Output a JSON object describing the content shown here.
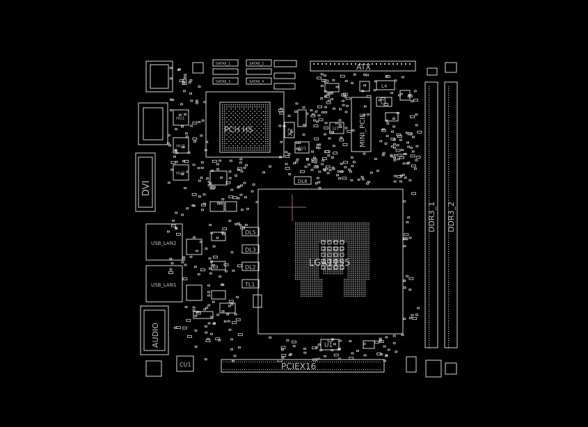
{
  "labels": {
    "atx": "ATX",
    "pch": "PCH HS",
    "x2": "X2",
    "au1": "AU1",
    "mini_pcie": "MINI_PCIE",
    "u7": "U7",
    "l4": "L4",
    "l3": "L3",
    "dvi": "DVI",
    "usb_lan2": "USB_LAN2",
    "usb_lan1": "USB_LAN1",
    "audio": "AUDIO",
    "cu1": "CU1",
    "pciex16": "PCIEX16",
    "lga": "LGA1155",
    "u1": "U1",
    "ddr3_1": "DDR3_1",
    "ddr3_2": "DDR3_2",
    "dl5": "DL5",
    "dl3": "DL3",
    "dl2": "DL2",
    "tl1": "TL1",
    "dl6": "DL6",
    "hu1": "HU1",
    "hu2": "HU2",
    "hu3": "HU3",
    "sata1": "SATA6_1",
    "sata2": "SATA6_2",
    "sata3": "SATA6_3",
    "sata4": "SATA6_4"
  },
  "colors": {
    "background": "#000000",
    "outline": "#d8d8d8",
    "label": "#bfbfbf",
    "cross": "#b06a7a"
  }
}
